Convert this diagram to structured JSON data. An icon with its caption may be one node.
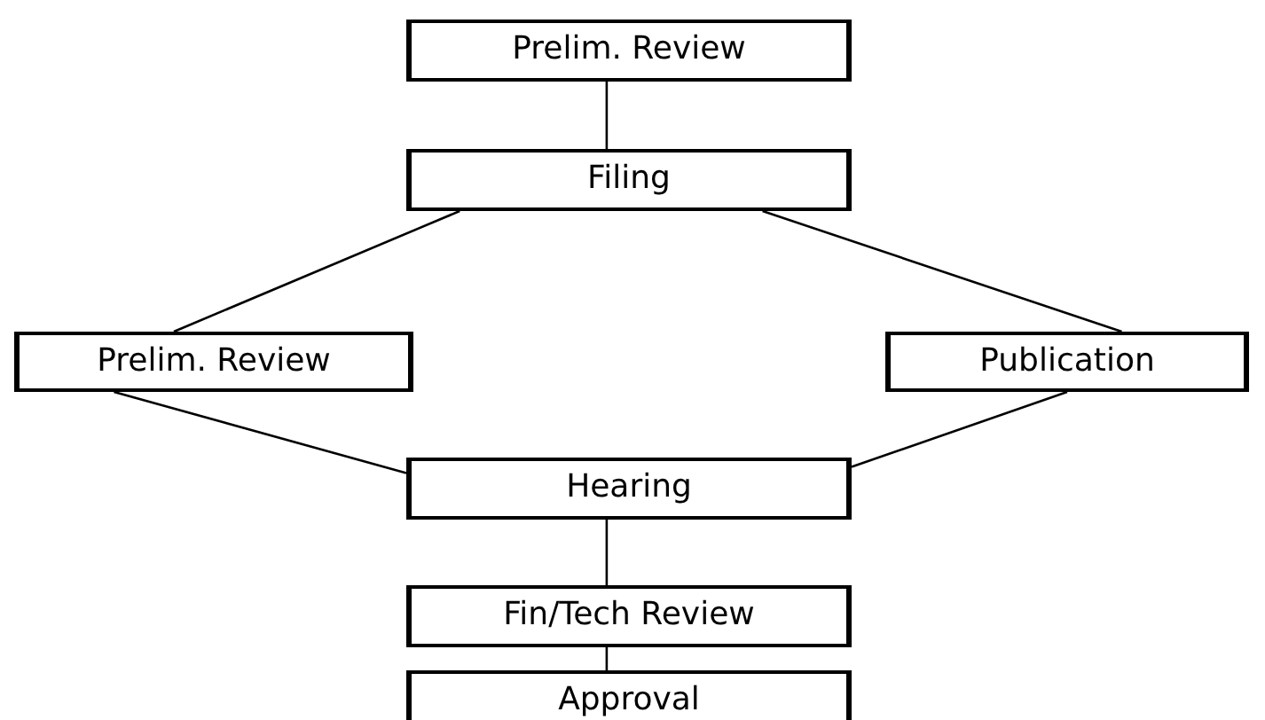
{
  "diagram": {
    "nodes": [
      {
        "text": [
          "Prelim. Review"
        ]
      },
      {
        "text": [
          "Filing"
        ]
      },
      {
        "text": [
          "Prelim. Review"
        ]
      },
      {
        "text": [
          "Publication"
        ]
      },
      {
        "text": [
          "Hearing"
        ]
      },
      {
        "text": [
          "Fin/Tech Review"
        ]
      },
      {
        "text": [
          "Approval"
        ]
      }
    ],
    "edges": [
      {
        "from": 0,
        "to": 1,
        "arrow": "none"
      },
      {
        "from": 1,
        "to": 2,
        "arrow": "none"
      },
      {
        "from": 1,
        "to": 3,
        "arrow": "none"
      },
      {
        "from": 2,
        "to": 4,
        "arrow": "none"
      },
      {
        "from": 3,
        "to": 4,
        "arrow": "none"
      },
      {
        "from": 4,
        "to": 5,
        "arrow": "none"
      },
      {
        "from": 5,
        "to": 6,
        "arrow": "none"
      }
    ]
  }
}
